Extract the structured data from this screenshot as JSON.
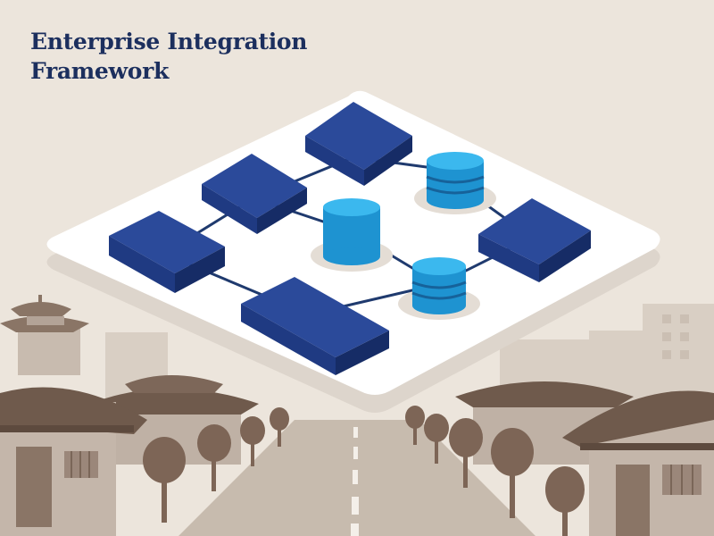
{
  "title": {
    "line1": "Enterprise Integration",
    "line2": "Framework"
  },
  "colors": {
    "background": "#ece5dc",
    "title": "#1c2f5e",
    "platform": "#ffffff",
    "service_block": "#1f3a82",
    "database": "#29aae2",
    "connector": "#1f3a6e",
    "town_roof": "#6f5a4c",
    "trees": "#7d6556",
    "road": "#c7bbae"
  },
  "diagram": {
    "platform": "isometric white tile",
    "services": [
      {
        "id": "service-block-1",
        "icon": "server-block"
      },
      {
        "id": "service-block-2",
        "icon": "server-block"
      },
      {
        "id": "service-block-3",
        "icon": "server-block"
      },
      {
        "id": "service-block-4",
        "icon": "server-block"
      },
      {
        "id": "service-block-5",
        "icon": "server-block-long"
      }
    ],
    "databases": [
      {
        "id": "database-1",
        "icon": "database-cylinder"
      },
      {
        "id": "database-2",
        "icon": "database-cylinder"
      },
      {
        "id": "database-3",
        "icon": "database-cylinder"
      }
    ]
  },
  "background_scene": {
    "elements": [
      "traditional-pavilion",
      "hanok-roof",
      "tree",
      "city-building",
      "road"
    ]
  }
}
